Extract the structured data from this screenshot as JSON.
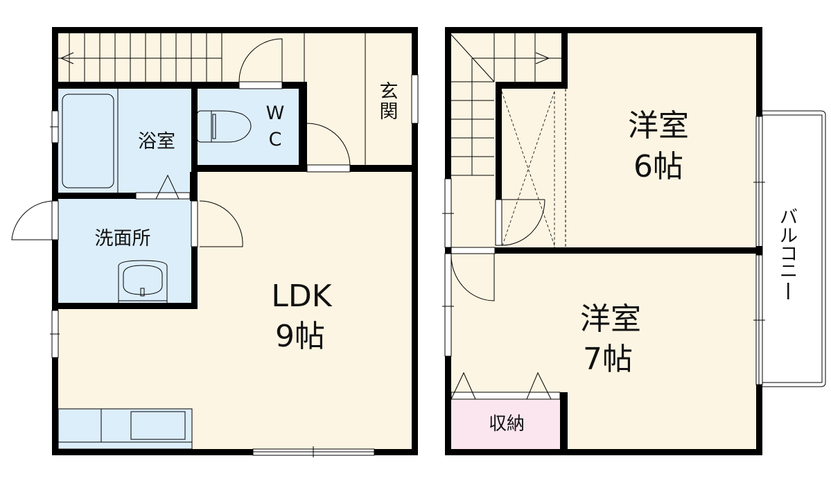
{
  "floorplan": {
    "colors": {
      "wall": "#000000",
      "living_floor": "#fdf5e3",
      "wet_area": "#ddeefb",
      "storage": "#fbe6ef",
      "balcony": "#ffffff"
    },
    "floor1": {
      "rooms": {
        "bath": {
          "label": "浴室"
        },
        "wc": {
          "label_line1": "W",
          "label_line2": "C"
        },
        "entrance": {
          "label_line1": "玄",
          "label_line2": "関"
        },
        "washroom": {
          "label": "洗面所"
        },
        "ldk": {
          "label_line1": "LDK",
          "label_line2": "9帖"
        }
      }
    },
    "floor2": {
      "rooms": {
        "western_room_north": {
          "label_line1": "洋室",
          "label_line2": "6帖"
        },
        "western_room_south": {
          "label_line1": "洋室",
          "label_line2": "7帖"
        },
        "storage": {
          "label": "収納"
        },
        "balcony": {
          "chars": [
            "バ",
            "ル",
            "コ",
            "ニ",
            "ー"
          ]
        }
      }
    }
  }
}
